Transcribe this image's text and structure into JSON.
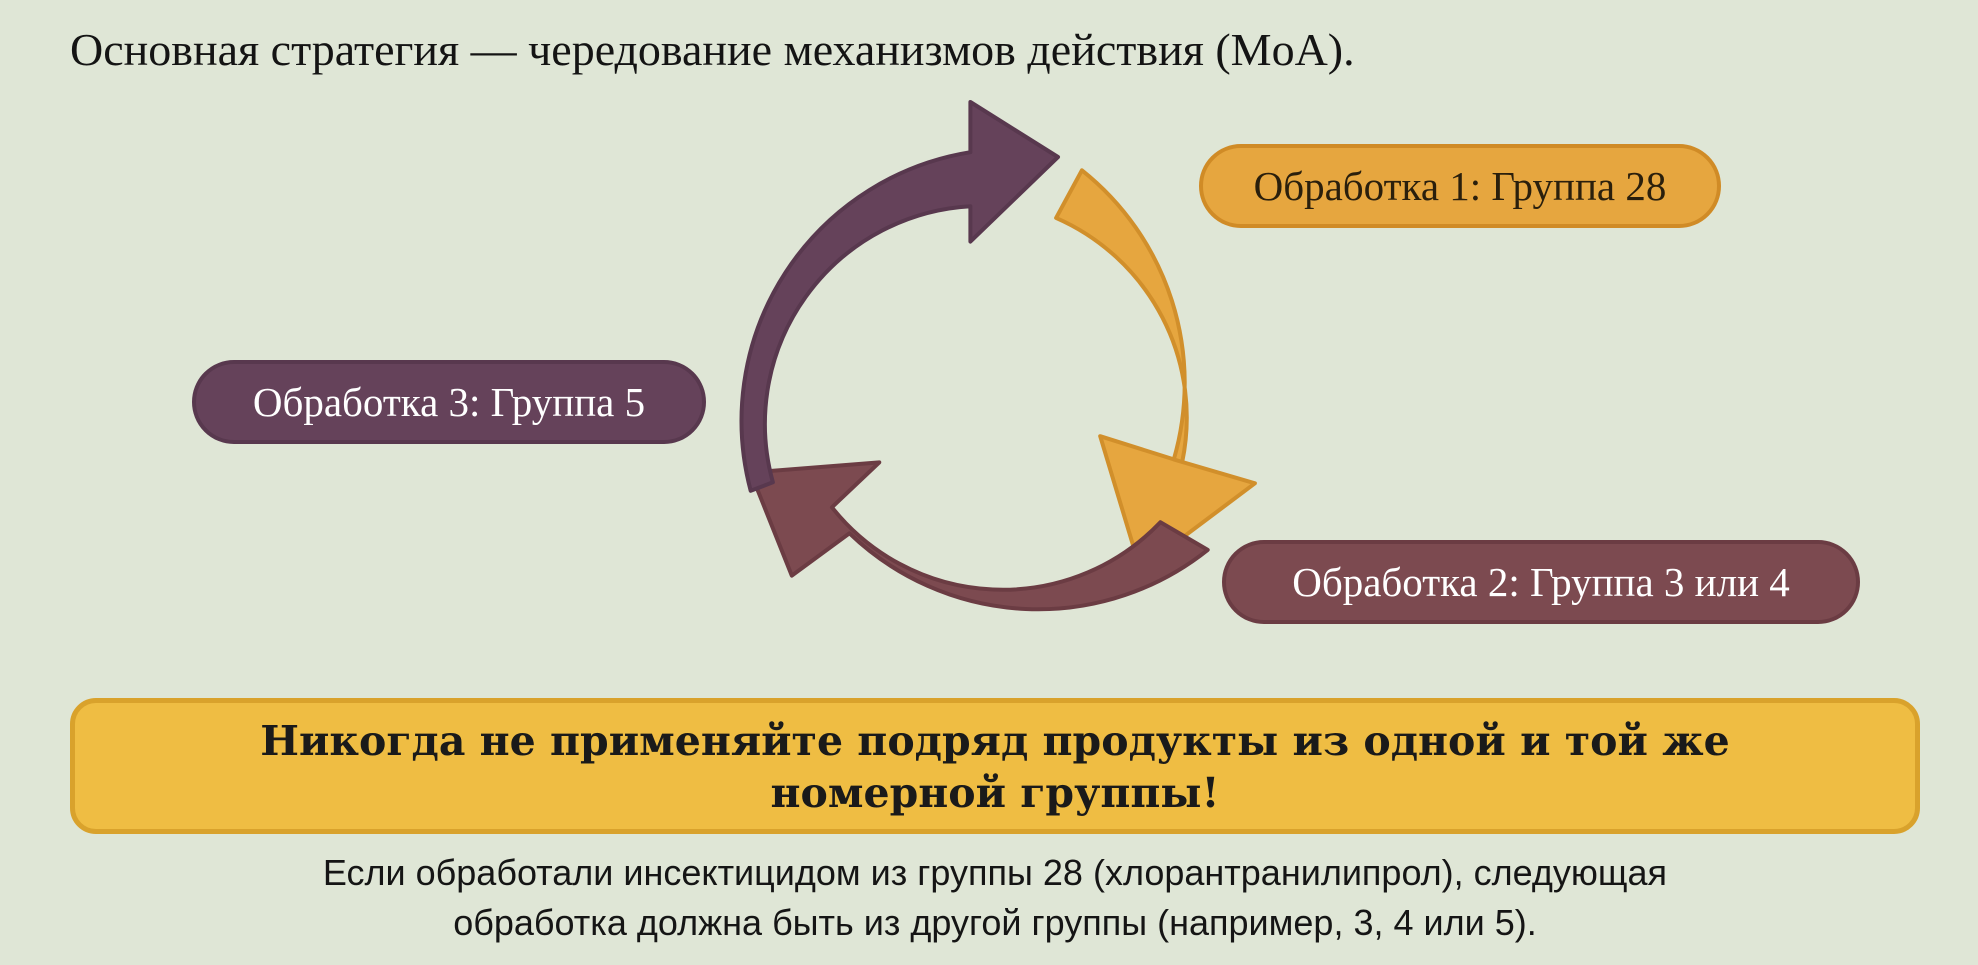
{
  "heading": "Основная стратегия — чередование механизмов действия (MoA).",
  "cycle": {
    "steps": [
      {
        "label": "Обработка 1: Группа 28",
        "color": "#e6a63f"
      },
      {
        "label": "Обработка 2: Группа 3 или 4",
        "color": "#7c4a50"
      },
      {
        "label": "Обработка 3: Группа 5",
        "color": "#65425a"
      }
    ]
  },
  "warning": {
    "line1": "Никогда не применяйте подряд продукты из одной и той же",
    "line2": "номерной группы!"
  },
  "note": {
    "line1": "Если обработали инсектицидом из группы 28 (хлорантранилипрол), следующая",
    "line2": "обработка должна быть из другой группы (например, 3, 4 или 5)."
  }
}
